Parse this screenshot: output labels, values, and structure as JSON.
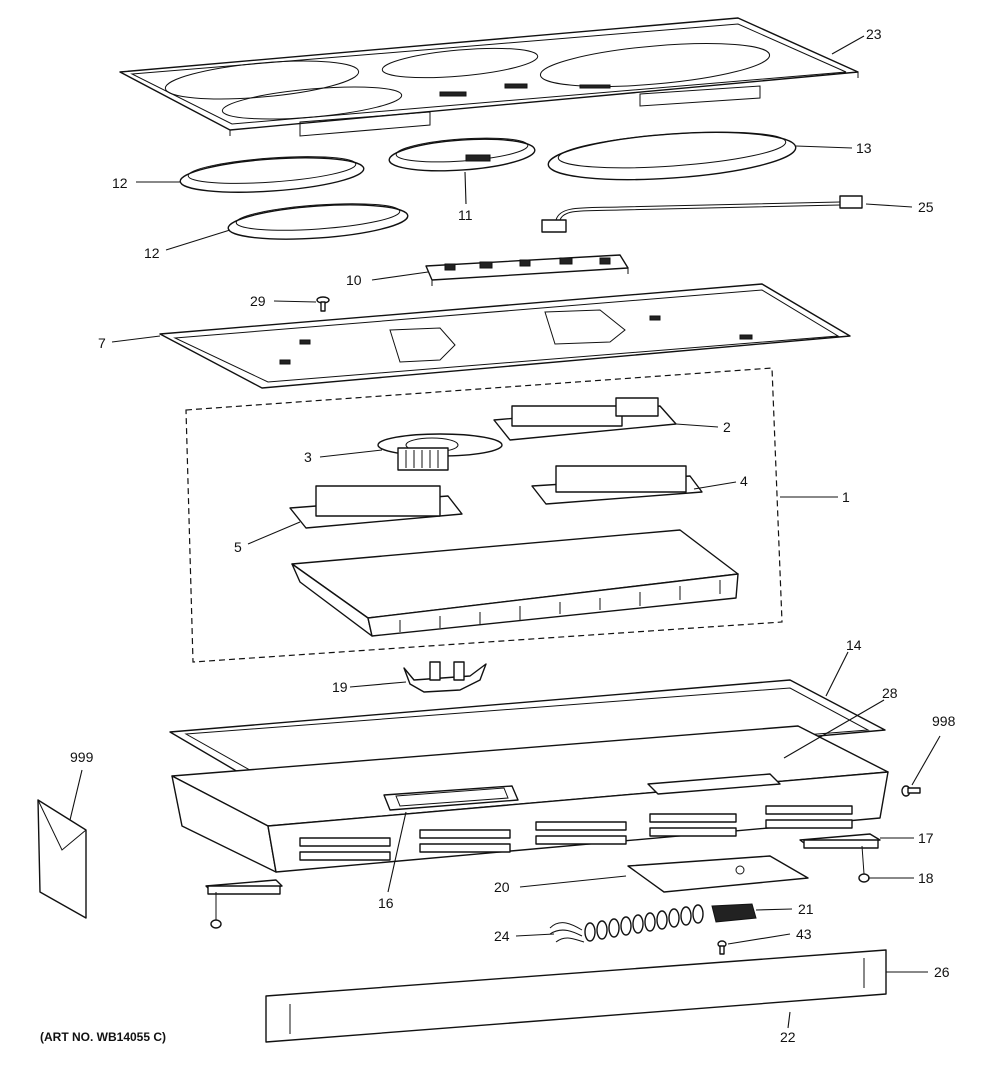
{
  "callouts": {
    "c23": "23",
    "c13": "13",
    "c12a": "12",
    "c11": "11",
    "c12b": "12",
    "c25": "25",
    "c10": "10",
    "c29": "29",
    "c7": "7",
    "c2": "2",
    "c3": "3",
    "c4": "4",
    "c1": "1",
    "c5": "5",
    "c14": "14",
    "c19": "19",
    "c28": "28",
    "c998": "998",
    "c999": "999",
    "c17": "17",
    "c18": "18",
    "c16": "16",
    "c20": "20",
    "c21": "21",
    "c24": "24",
    "c43": "43",
    "c26": "26",
    "c22": "22"
  },
  "art_number": "(ART NO. WB14055 C)"
}
